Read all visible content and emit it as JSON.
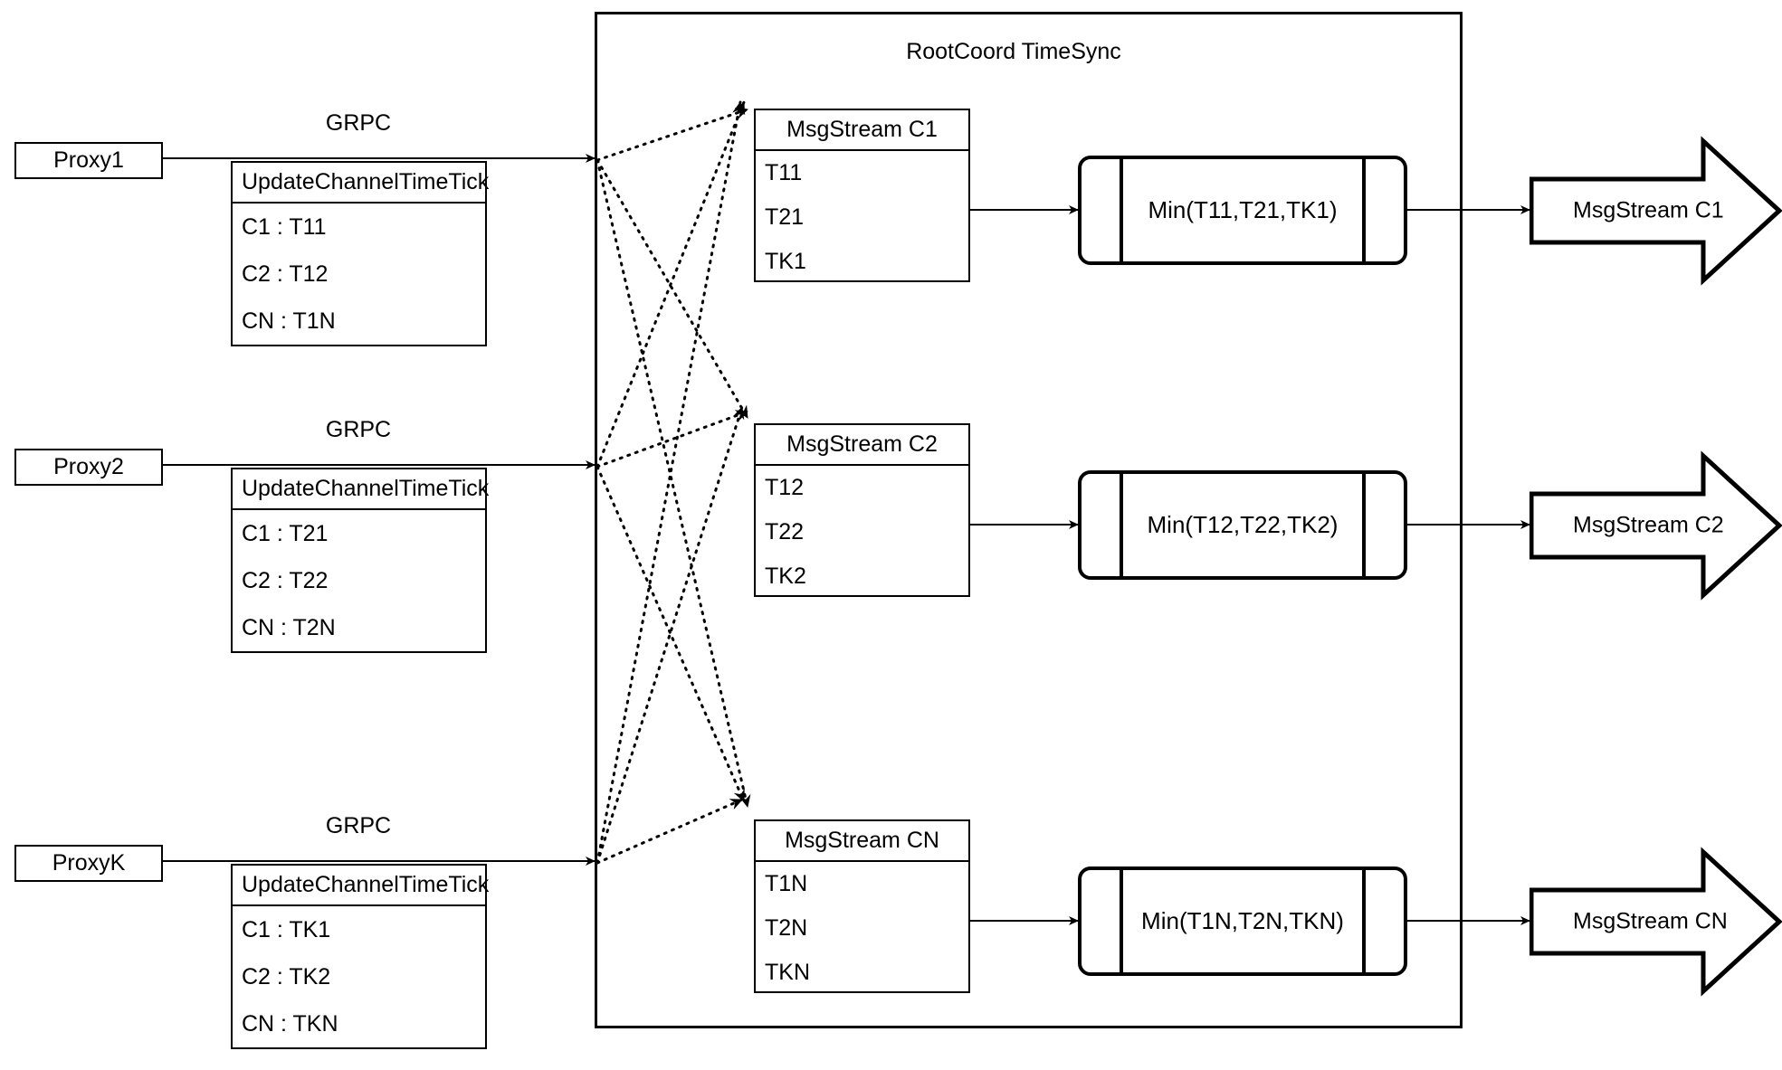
{
  "diagram": {
    "title": "RootCoord TimeSync",
    "container_label": "RootCoord TimeSync",
    "rpc_label": "GRPC",
    "rpc_labels": [
      "GRPC",
      "GRPC",
      "GRPC"
    ],
    "proxies": [
      {
        "name": "Proxy1",
        "rpc": "GRPC",
        "request": "UpdateChannelTimeTick",
        "entries": [
          "C1 :  T11",
          "C2 :  T12",
          "CN : T1N"
        ]
      },
      {
        "name": "Proxy2",
        "rpc": "GRPC",
        "request": "UpdateChannelTimeTick",
        "entries": [
          "C1 :  T21",
          "C2 :  T22",
          "CN : T2N"
        ]
      },
      {
        "name": "ProxyK",
        "rpc": "GRPC",
        "request": "UpdateChannelTimeTick",
        "entries": [
          "C1 :  TK1",
          "C2 :  TK2",
          "CN : TKN"
        ]
      }
    ],
    "channels": [
      {
        "stream_title": "MsgStream C1",
        "ticks": [
          "T11",
          "T21",
          "TK1"
        ],
        "min_expr": "Min(T11,T21,TK1)",
        "output": "MsgStream C1"
      },
      {
        "stream_title": "MsgStream C2",
        "ticks": [
          "T12",
          "T22",
          "TK2"
        ],
        "min_expr": "Min(T12,T22,TK2)",
        "output": "MsgStream C2"
      },
      {
        "stream_title": "MsgStream CN",
        "ticks": [
          "T1N",
          "T2N",
          "TKN"
        ],
        "min_expr": "Min(T1N,T2N,TKN)",
        "output": "MsgStream CN"
      }
    ],
    "colors": {
      "stroke": "#000000",
      "background": "#ffffff"
    }
  }
}
